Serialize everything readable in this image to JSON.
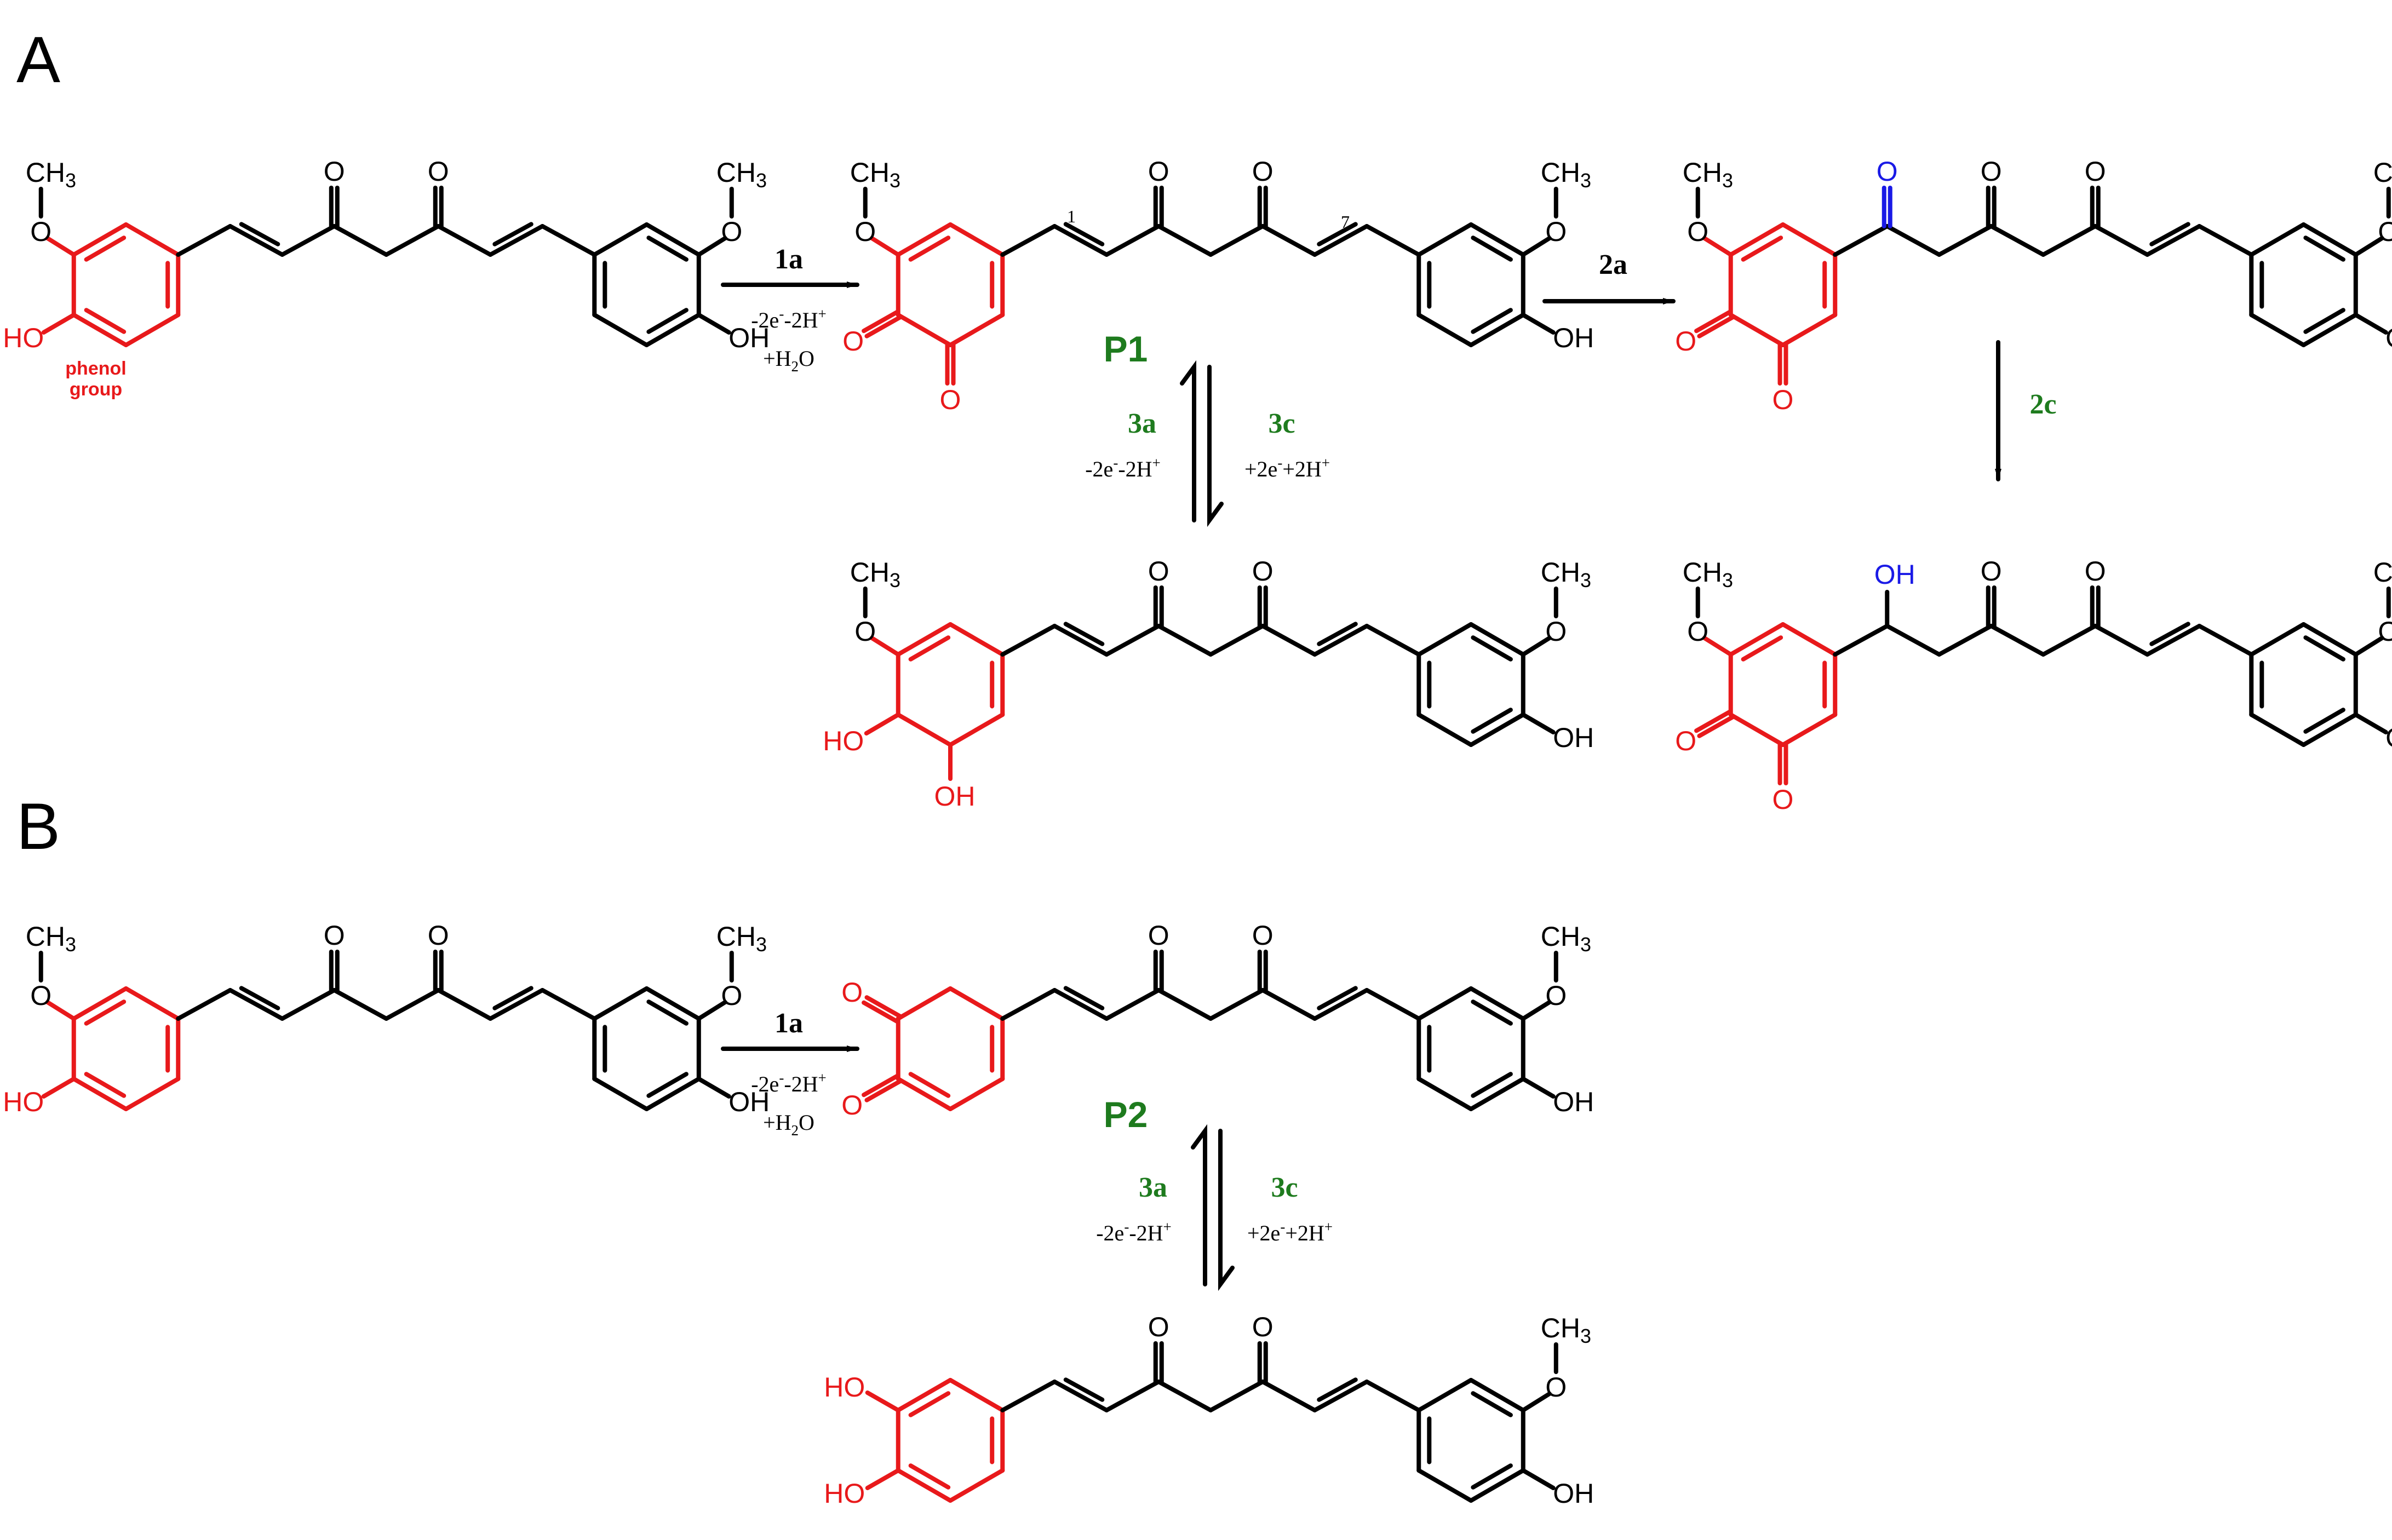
{
  "panels": [
    {
      "id": "A",
      "label": "A"
    },
    {
      "id": "B",
      "label": "B"
    }
  ],
  "colors": {
    "bond": "#000000",
    "modified": "#e8191b",
    "oxidized_carbon": "#1a1ae6",
    "step_green": "#1e7b1e",
    "step_black": "#000000",
    "arrow": "#000000"
  },
  "atoms": {
    "methoxy": "CH",
    "methoxy_sub": "3",
    "oxygen": "O",
    "hydroxyl": "OH",
    "hydroxyl_left": "HO"
  },
  "annotations": {
    "phenol_line1": "phenol",
    "phenol_line2": "group",
    "carbon_1": "1",
    "carbon_7": "7"
  },
  "products": {
    "p1": "P1",
    "p2": "P2"
  },
  "steps": {
    "s1a": "1a",
    "s2a": "2a",
    "s2c": "2c",
    "s3a": "3a",
    "s3c": "3c"
  },
  "conditions": {
    "minus_e": "-2e",
    "minus_h": "-2H",
    "plus_e": "+2e",
    "plus_h": "+2H",
    "minus_sign": "-",
    "plus_sign": "+",
    "water": "+H",
    "water_sub": "2",
    "water_end": "O"
  }
}
